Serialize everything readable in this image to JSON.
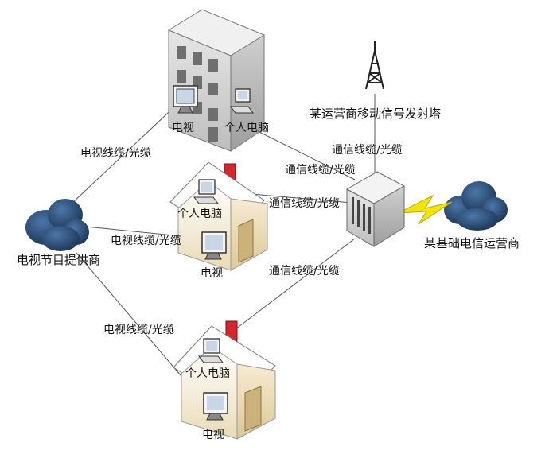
{
  "nodes": {
    "tv_provider": "电视节目提供商",
    "telecom_operator": "某基础电信运营商",
    "mobile_tower": "某运营商移动信号发射塔",
    "office_tv": "电视",
    "office_pc": "个人电脑",
    "house1_pc": "个人电脑",
    "house1_tv": "电视",
    "house2_pc": "个人电脑",
    "house2_tv": "电视"
  },
  "links": {
    "tv_cable_office": "电视线缆/光缆",
    "tv_cable_house1": "电视线缆/光缆",
    "tv_cable_house2": "电视线缆/光缆",
    "comm_tower": "通信线缆/光缆",
    "comm_office": "通信线缆/光缆",
    "comm_house1": "通信线缆/光缆",
    "comm_house2": "通信线缆/光缆"
  },
  "colors": {
    "cloud": "#1f3f66",
    "lightning": "#f2e600",
    "chimney": "#d9262b",
    "building": "#d7d7d7",
    "house_wall": "#efe3c0"
  }
}
